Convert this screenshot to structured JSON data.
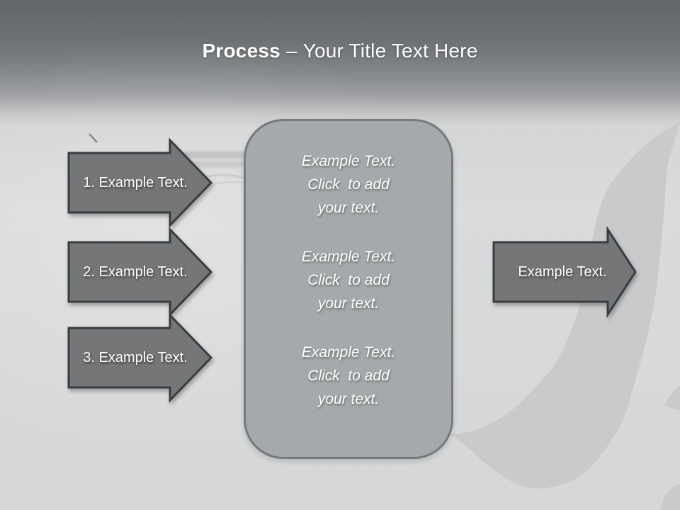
{
  "title": {
    "bold": "Process",
    "dash": "–",
    "rest": "Your Title Text Here"
  },
  "left_arrows": [
    {
      "label": "1. Example Text."
    },
    {
      "label": "2. Example Text."
    },
    {
      "label": "3. Example Text."
    }
  ],
  "center_panel": {
    "paragraphs": [
      {
        "lines": [
          "Example Text.",
          "Click  to add",
          "your text."
        ]
      },
      {
        "lines": [
          "Example Text.",
          "Click  to add",
          "your text."
        ]
      },
      {
        "lines": [
          "Example Text.",
          "Click  to add",
          "your text."
        ]
      }
    ]
  },
  "right_arrow": {
    "label": "Example Text."
  },
  "colors": {
    "header_top": "#63666a",
    "background": "#d8d9da",
    "arrow_fill": "#747678",
    "arrow_border": "#3a3d3f",
    "panel_fill": "#a6a9ab",
    "panel_border": "#767a7c",
    "silhouette": "#c9cacc",
    "text": "#ffffff"
  }
}
